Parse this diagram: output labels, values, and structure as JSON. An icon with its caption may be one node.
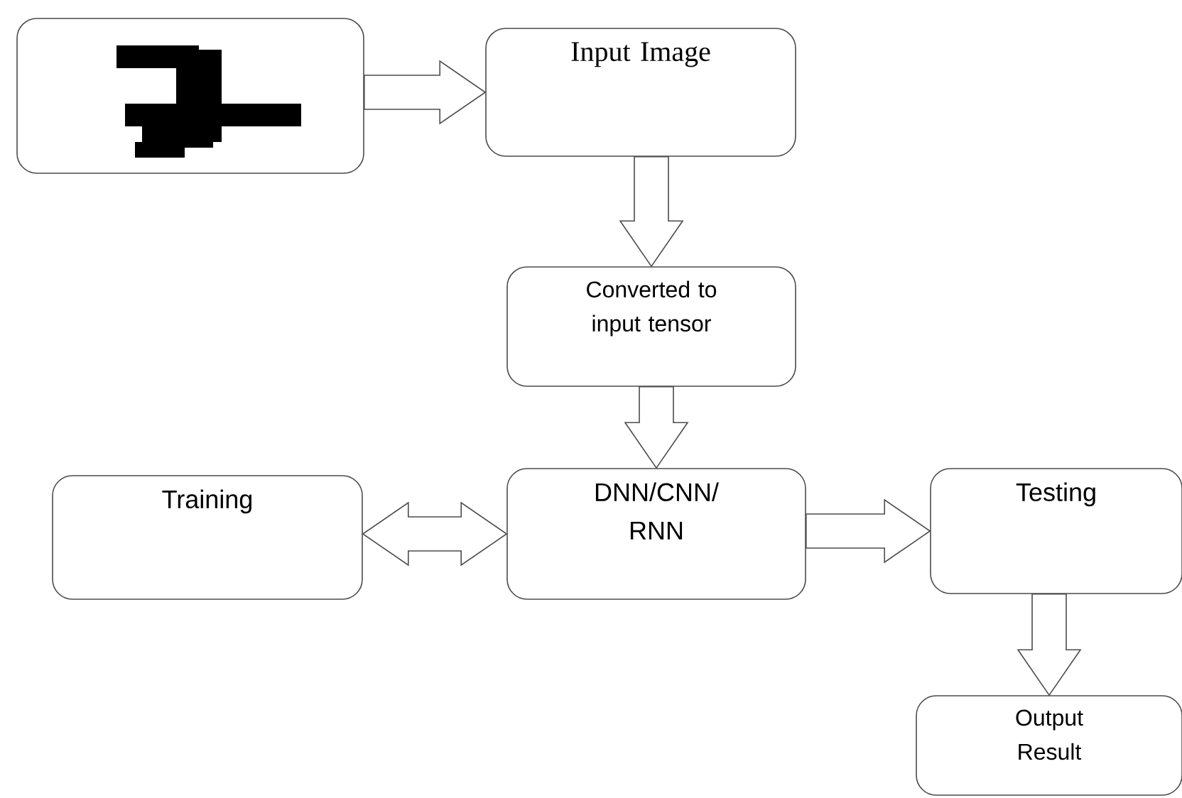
{
  "diagram": {
    "nodes": [
      {
        "text": [],
        "shape": "picture"
      },
      {
        "text": [
          "Input Image"
        ]
      },
      {
        "text": [
          "Converted to input tensor"
        ]
      },
      {
        "text": [
          "Training"
        ]
      },
      {
        "text": [
          "DNN/CNN/ RNN"
        ]
      },
      {
        "text": [
          "Testing"
        ]
      },
      {
        "text": [
          "Output Result"
        ]
      }
    ],
    "edges": [
      {
        "from": 0,
        "to": 1,
        "arrow": "to"
      },
      {
        "from": 1,
        "to": 2,
        "arrow": "to"
      },
      {
        "from": 2,
        "to": 4,
        "arrow": "to"
      },
      {
        "from": 3,
        "to": 4,
        "arrow": "both"
      },
      {
        "from": 4,
        "to": 5,
        "arrow": "to"
      },
      {
        "from": 5,
        "to": 6,
        "arrow": "to"
      }
    ]
  }
}
